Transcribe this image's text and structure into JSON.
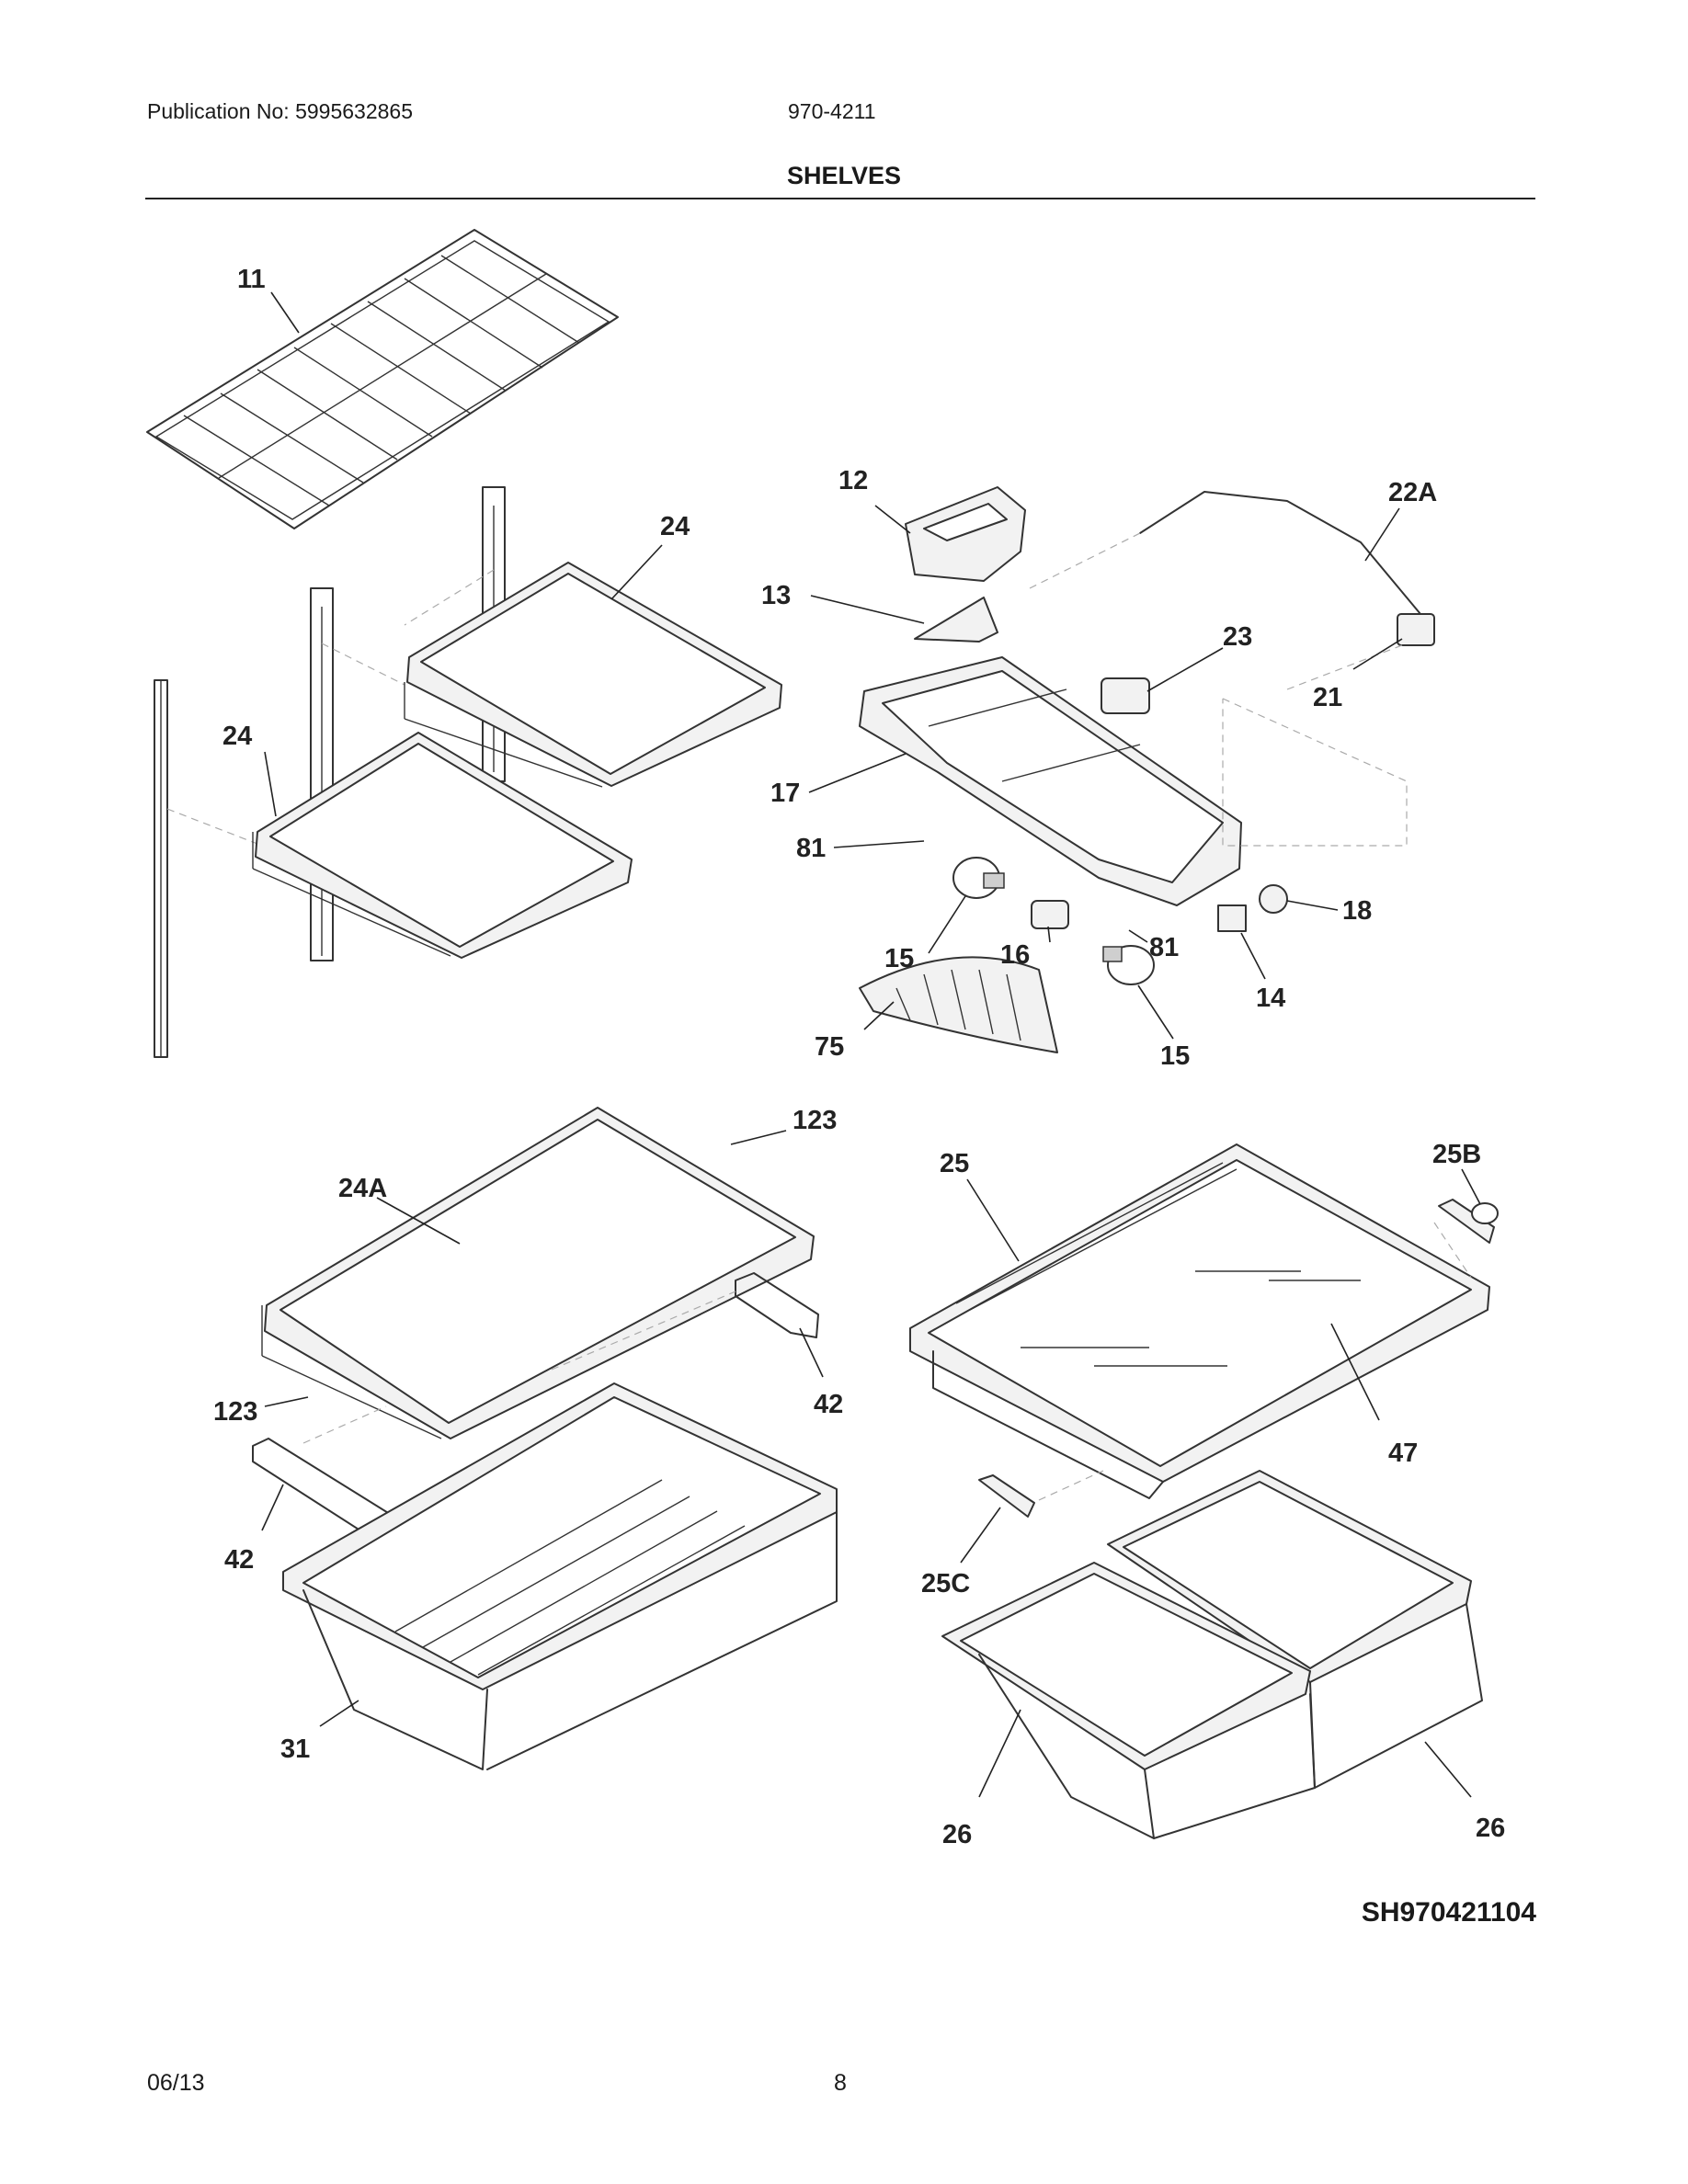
{
  "header": {
    "publication": "Publication No: 5995632865",
    "model": "970-4211",
    "section_title": "SHELVES"
  },
  "callouts": [
    "11",
    "12",
    "13",
    "22A",
    "24",
    "23",
    "21",
    "24",
    "17",
    "81",
    "18",
    "81",
    "16",
    "15",
    "14",
    "75",
    "15",
    "123",
    "24A",
    "25",
    "25B",
    "123",
    "42",
    "47",
    "42",
    "25C",
    "31",
    "26",
    "26"
  ],
  "figure_id": "SH970421104",
  "footer": {
    "date": "06/13",
    "page": "8"
  }
}
